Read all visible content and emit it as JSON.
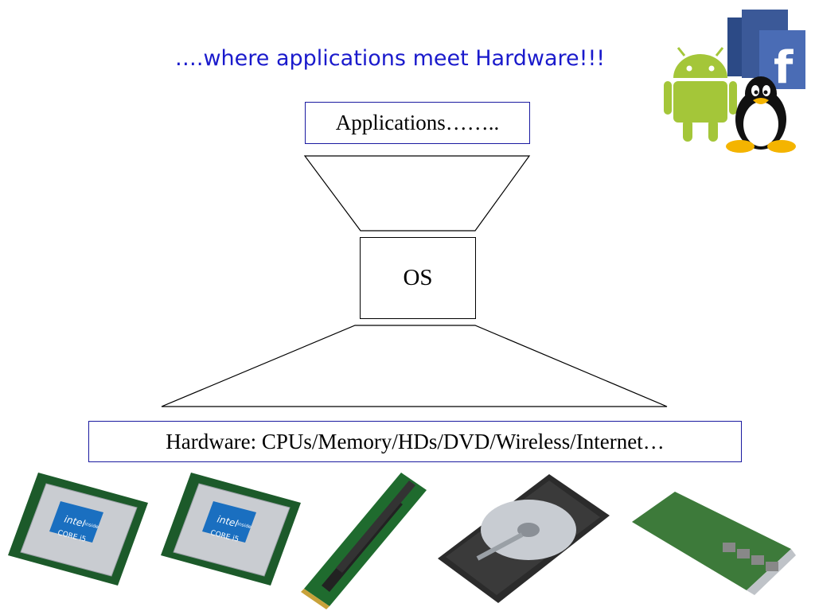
{
  "slide": {
    "title": "….where applications meet Hardware!!!",
    "applications_label": "Applications……..",
    "os_label": "OS",
    "hardware_label": "Hardware: CPUs/Memory/HDs/DVD/Wireless/Internet…"
  },
  "logos": {
    "facebook": "f",
    "cpu_brand": "intel",
    "cpu_inside": "inside",
    "cpu_model": "CORE i5"
  },
  "colors": {
    "title": "#1a1acc",
    "box_border": "#1a1aa0",
    "android": "#a4c639",
    "facebook": "#3b5998"
  }
}
